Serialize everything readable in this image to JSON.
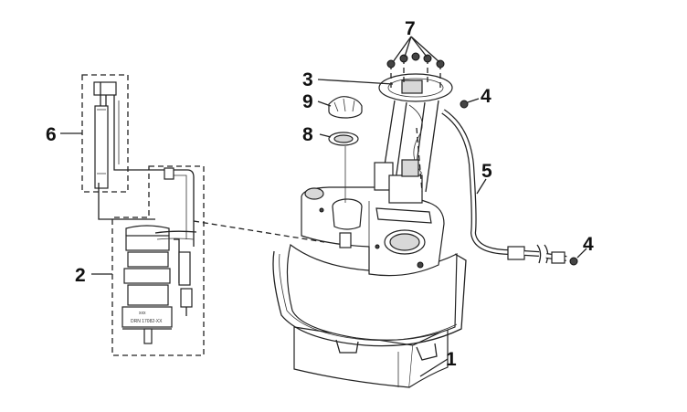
{
  "callouts": [
    {
      "id": "1",
      "label": "1"
    },
    {
      "id": "2",
      "label": "2"
    },
    {
      "id": "3",
      "label": "3"
    },
    {
      "id": "4a",
      "label": "4"
    },
    {
      "id": "4b",
      "label": "4"
    },
    {
      "id": "5",
      "label": "5"
    },
    {
      "id": "6",
      "label": "6"
    },
    {
      "id": "7",
      "label": "7"
    },
    {
      "id": "8",
      "label": "8"
    },
    {
      "id": "9",
      "label": "9"
    }
  ],
  "pump_label": {
    "line1": "xxx",
    "line2": "DRN 17082-XX"
  }
}
